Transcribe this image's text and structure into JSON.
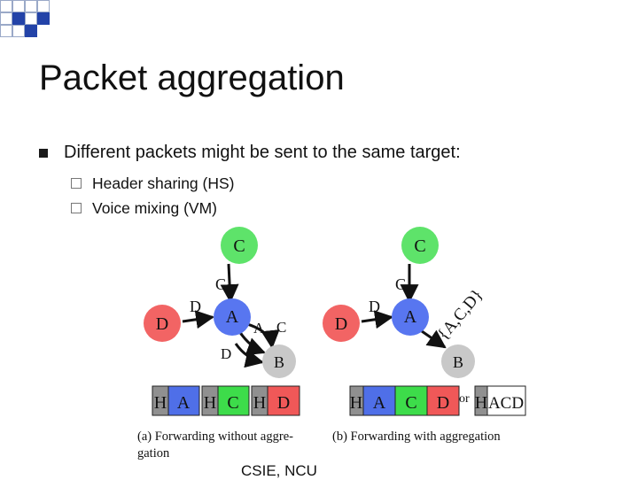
{
  "slide": {
    "title": "Packet aggregation",
    "bullet": "Different packets might be sent to the same target:",
    "sub_bullets": [
      "Header sharing (HS)",
      "Voice mixing (VM)"
    ],
    "footer": "CSIE, NCU"
  },
  "diagram_a": {
    "nodes": {
      "c": "C",
      "d": "D",
      "a": "A",
      "b": "B"
    },
    "edge_labels": {
      "dc": "C",
      "da": "D",
      "ac": "A",
      "cc": "C",
      "db": "D"
    },
    "packets": [
      {
        "header": "H",
        "payload": "A",
        "color": "#4f6fe8"
      },
      {
        "header": "H",
        "payload": "C",
        "color": "#3ddc4a"
      },
      {
        "header": "H",
        "payload": "D",
        "color": "#f05858"
      }
    ],
    "caption_line1": "(a)  Forwarding without aggre-",
    "caption_line2": "gation"
  },
  "diagram_b": {
    "nodes": {
      "c": "C",
      "d": "D",
      "a": "A",
      "b": "B"
    },
    "edge_labels": {
      "dc": "C",
      "da": "D",
      "agg": "{A,C,D}"
    },
    "packet": {
      "header": "H",
      "payloads": [
        "A",
        "C",
        "D"
      ]
    },
    "packet_or": "or",
    "mixed": {
      "header": "H",
      "payload": "ACD"
    },
    "caption": "(b)  Forwarding with aggregation"
  },
  "colors": {
    "node_c": "#5ee36a",
    "node_d": "#f26464",
    "node_a": "#5876f0",
    "node_b": "#c8c8c8",
    "header_gray": "#909090",
    "decor_blue": "#1f3fa0",
    "decor_light": "#9aa9c8"
  }
}
